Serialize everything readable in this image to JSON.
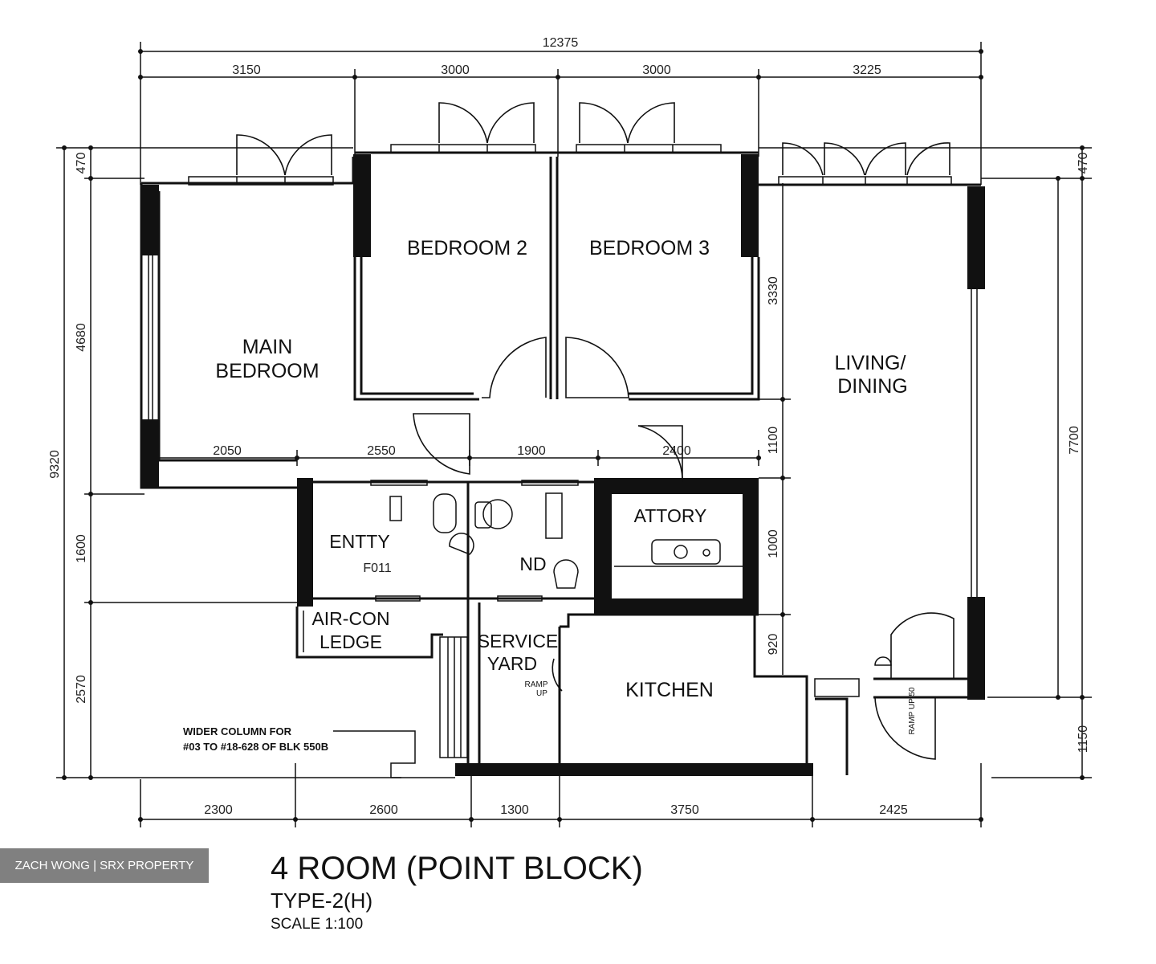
{
  "watermark": "ZACH WONG | SRX PROPERTY",
  "title": "4 ROOM (POINT BLOCK)",
  "type": "TYPE-2(H)",
  "scale": "SCALE 1:100",
  "rooms": {
    "main_bedroom_1": "MAIN",
    "main_bedroom_2": "BEDROOM",
    "bedroom2": "BEDROOM 2",
    "bedroom3": "BEDROOM 3",
    "living_1": "LIVING/",
    "living_2": "DINING",
    "aircon_1": "AIR-CON",
    "aircon_2": "LEDGE",
    "service_1": "SERVICE",
    "service_2": "YARD",
    "kitchen": "KITCHEN",
    "bath1_1": "ENTTY",
    "bath1_2": "F011",
    "bath2": "ND",
    "store": "ATTORY"
  },
  "ramp_service_1": "RAMP",
  "ramp_service_2": "UP",
  "ramp_entry": "RAMP UP 50",
  "note_1": "WIDER COLUMN FOR",
  "note_2": "#03 TO #18-628 OF BLK 550B",
  "dims": {
    "overall_top": "12375",
    "top_1": "3150",
    "top_2": "3000",
    "top_3": "3000",
    "top_4": "3225",
    "mid_1": "2050",
    "mid_2": "2550",
    "mid_3": "1900",
    "mid_4": "2400",
    "bottom_1": "2300",
    "bottom_2": "2600",
    "bottom_3": "1300",
    "bottom_4": "3750",
    "bottom_5": "2425",
    "left_overall": "9320",
    "left_1": "470",
    "left_2": "4680",
    "left_3": "1600",
    "left_4": "2570",
    "inner_1": "3330",
    "inner_2": "1100",
    "inner_3": "1000",
    "inner_4": "920",
    "right_1": "470",
    "right_2": "7700",
    "right_3": "1150"
  }
}
